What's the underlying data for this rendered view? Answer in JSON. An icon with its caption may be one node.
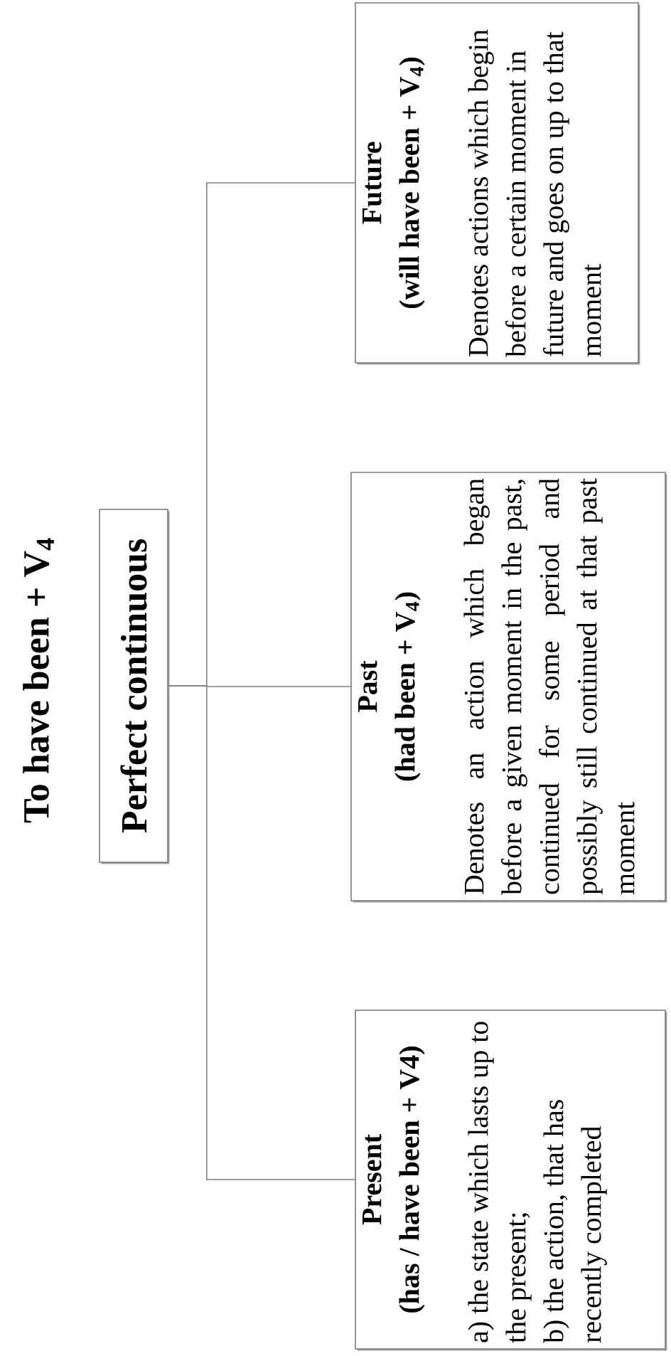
{
  "diagram": {
    "title": "To have been + V$_{4}$",
    "nodes": [
      {
        "text": [
          "Perfect continuous"
        ]
      },
      {
        "text": [
          "Present",
          "(has / have been + V4)",
          "a) the state which lasts up to the present;",
          "b) the action, that has recently completed"
        ]
      },
      {
        "text": [
          "Past",
          "(had been + V$_{4}$)",
          "Denotes an action which began before a given moment in the past, continued for some period and possibly still continued at that past moment"
        ]
      },
      {
        "text": [
          "Future",
          "(will have been + V$_{4}$)",
          "Denotes actions which begin before a certain moment in future and goes on up to that moment"
        ]
      }
    ],
    "edges": [
      {
        "from": 0,
        "to": 1,
        "arrow": "none"
      },
      {
        "from": 0,
        "to": 2,
        "arrow": "none"
      },
      {
        "from": 0,
        "to": 3,
        "arrow": "none"
      }
    ]
  }
}
